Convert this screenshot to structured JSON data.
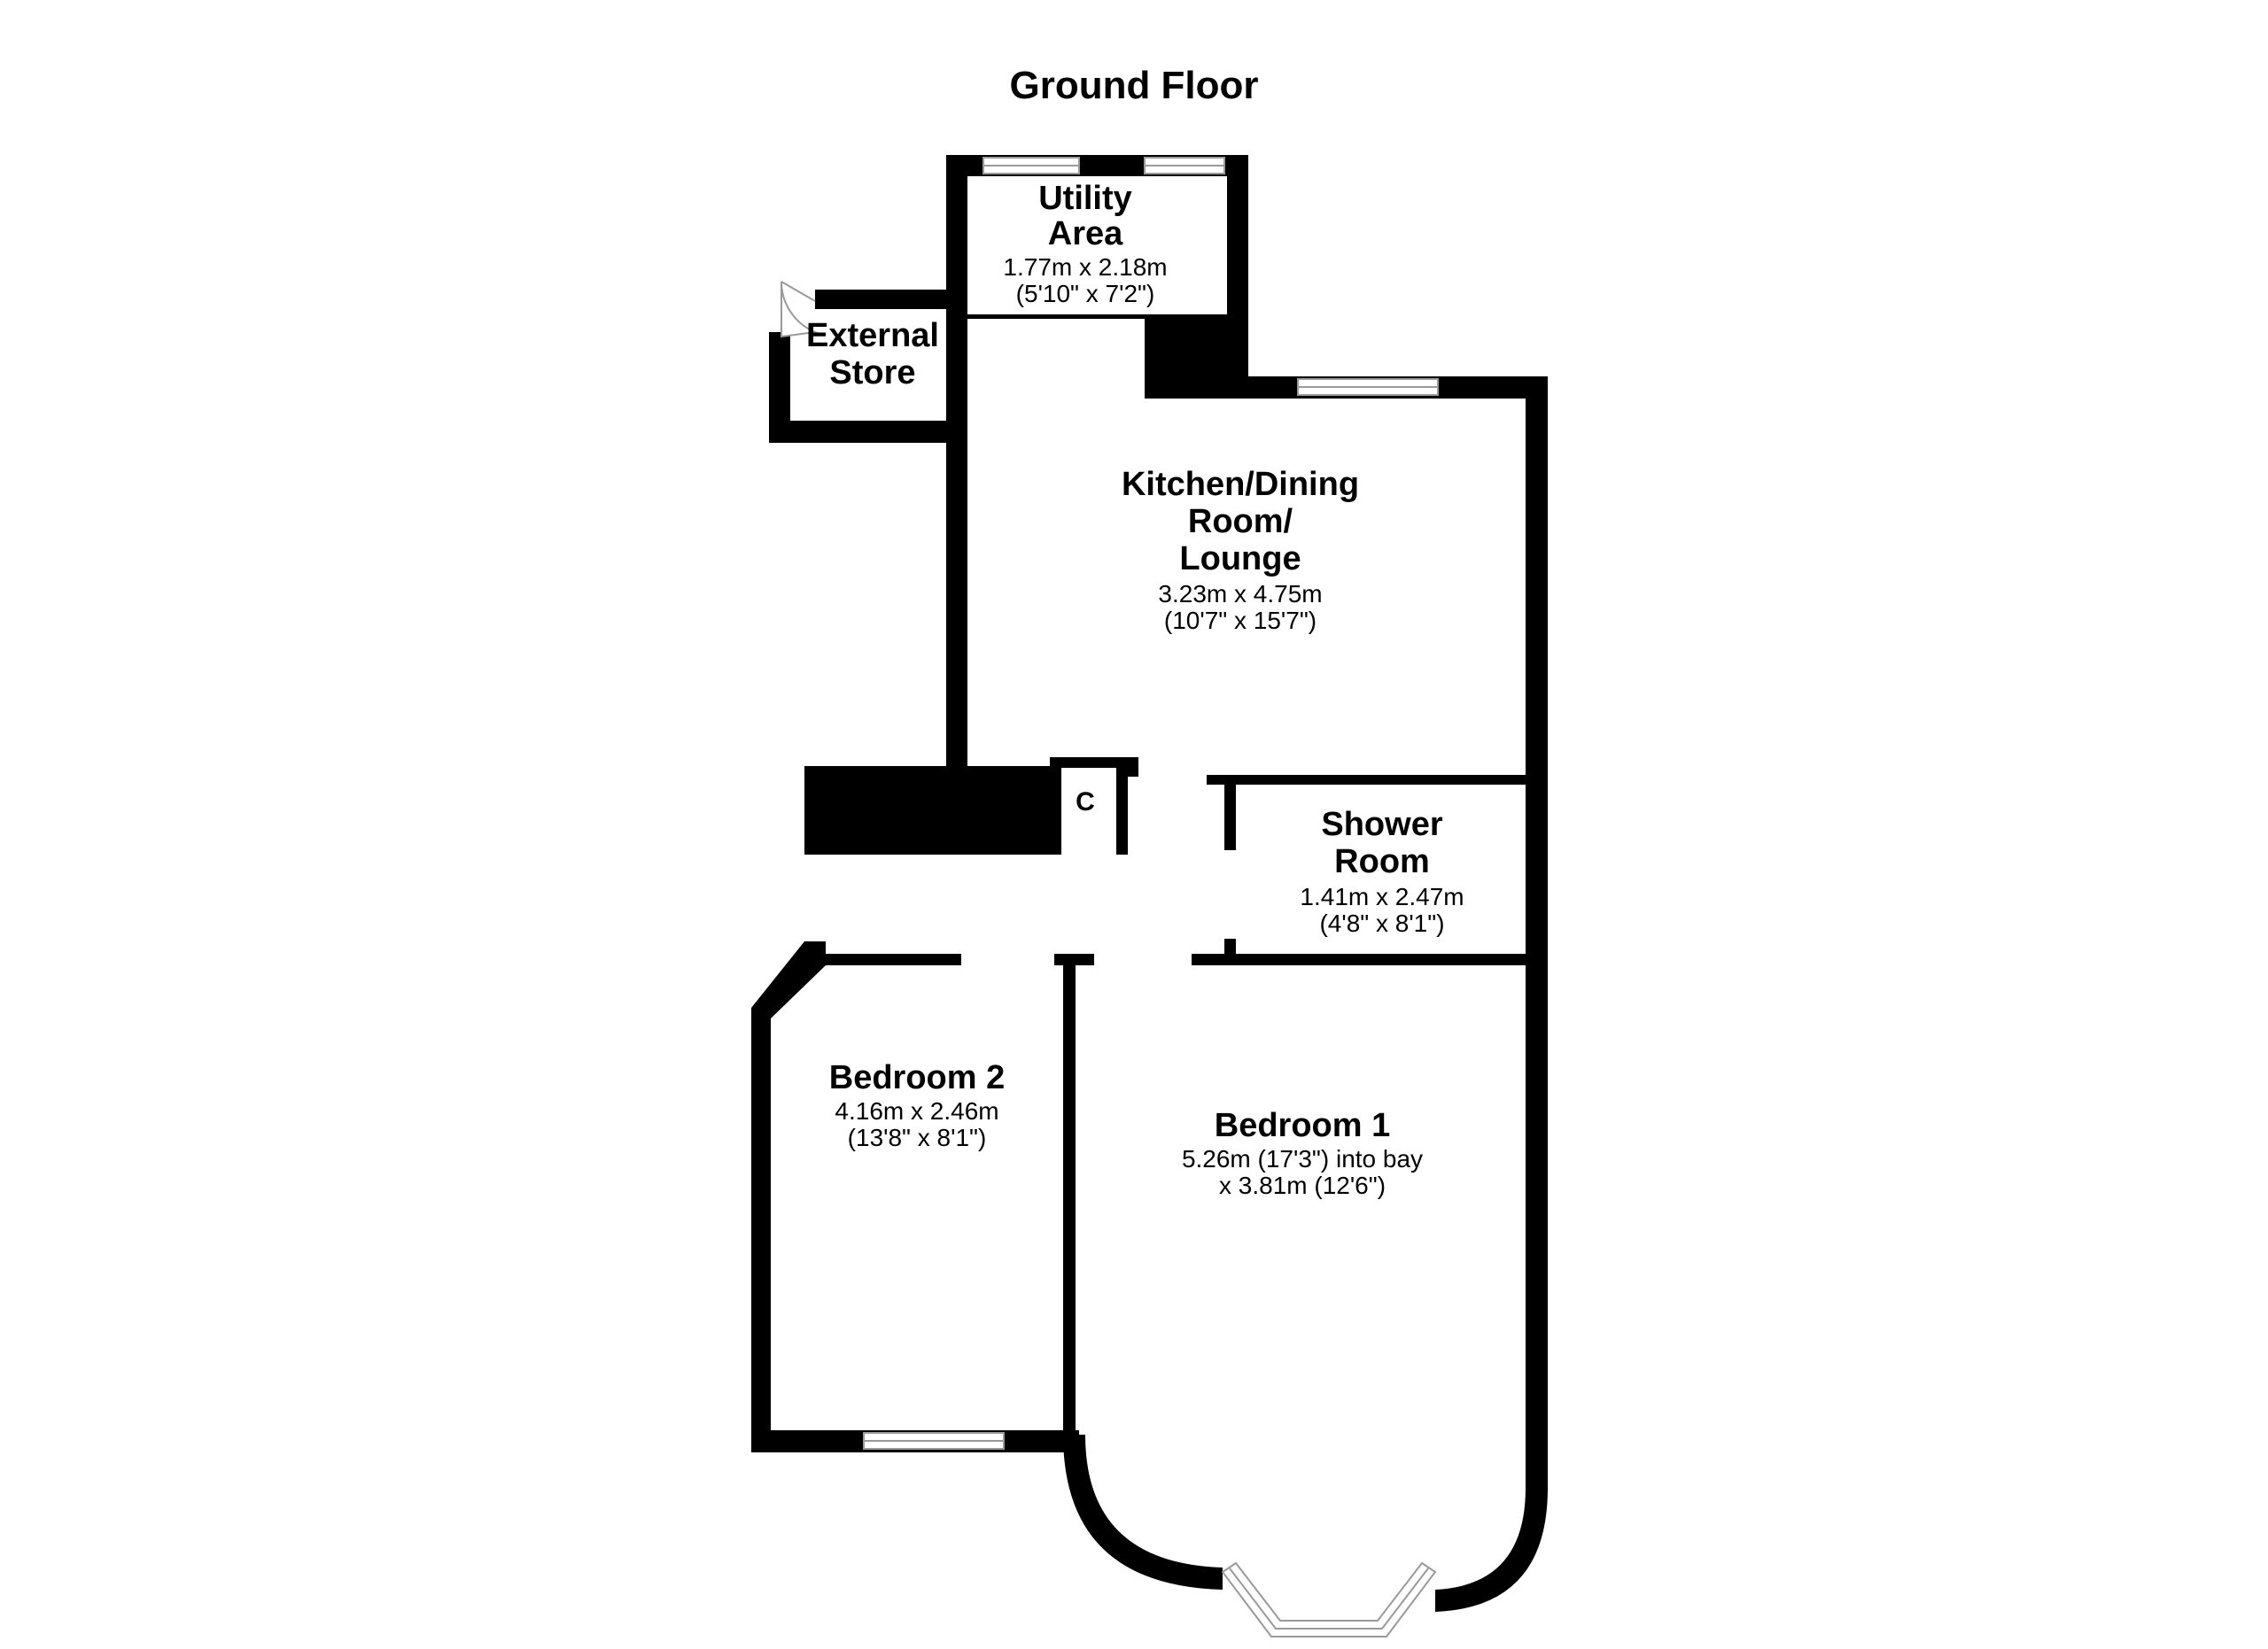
{
  "title": "Ground Floor",
  "rooms": {
    "utility": {
      "name1": "Utility",
      "name2": "Area",
      "dim1": "1.77m x 2.18m",
      "dim2": "(5'10\" x 7'2\")"
    },
    "store": {
      "name1": "External",
      "name2": "Store"
    },
    "kitchen": {
      "name1": "Kitchen/Dining",
      "name2": "Room/",
      "name3": "Lounge",
      "dim1": "3.23m x 4.75m",
      "dim2": "(10'7\" x 15'7\")"
    },
    "shower": {
      "name1": "Shower",
      "name2": "Room",
      "dim1": "1.41m x 2.47m",
      "dim2": "(4'8\" x 8'1\")"
    },
    "bedroom2": {
      "name1": "Bedroom 2",
      "dim1": "4.16m x 2.46m",
      "dim2": "(13'8\" x 8'1\")"
    },
    "bedroom1": {
      "name1": "Bedroom 1",
      "dim1": "5.26m (17'3\") into bay",
      "dim2": "x 3.81m (12'6\")"
    },
    "cupboard": {
      "name1": "C"
    }
  },
  "colors": {
    "wall": "#000000",
    "window_frame": "#9a9a9a",
    "background": "#ffffff"
  }
}
